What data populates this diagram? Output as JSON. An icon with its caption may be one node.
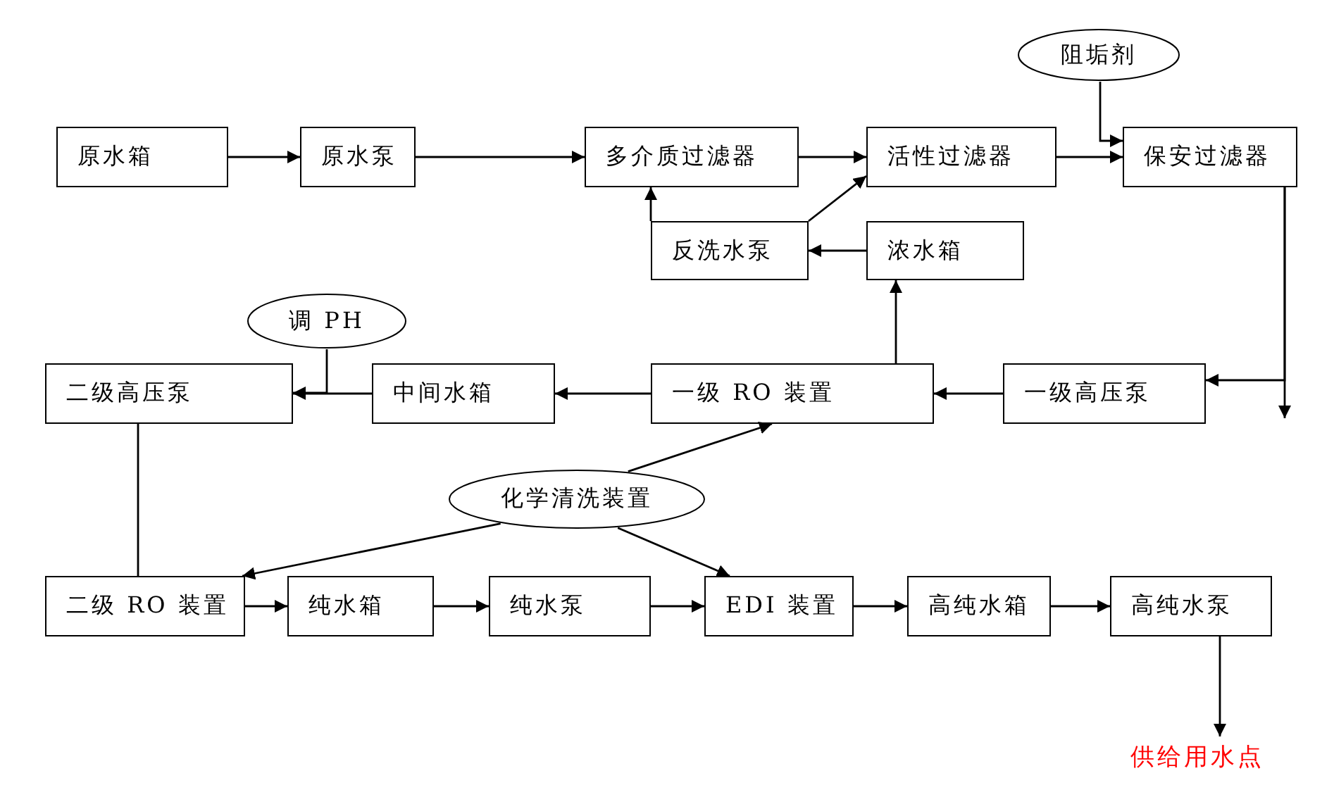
{
  "diagram": {
    "nodes": [
      {
        "text": [
          "原水箱"
        ]
      },
      {
        "text": [
          "原水泵"
        ]
      },
      {
        "text": [
          "多介质过滤器"
        ]
      },
      {
        "text": [
          "活性过滤器"
        ]
      },
      {
        "text": [
          "保安过滤器"
        ]
      },
      {
        "text": [
          "阻垢剂"
        ]
      },
      {
        "text": [
          "反洗水泵"
        ]
      },
      {
        "text": [
          "浓水箱"
        ]
      },
      {
        "text": [
          "调 PH"
        ]
      },
      {
        "text": [
          "二级高压泵"
        ]
      },
      {
        "text": [
          "中间水箱"
        ]
      },
      {
        "text": [
          "一级 RO 装置"
        ]
      },
      {
        "text": [
          "一级高压泵"
        ]
      },
      {
        "text": [
          "化学清洗装置"
        ]
      },
      {
        "text": [
          "二级 RO 装置"
        ]
      },
      {
        "text": [
          "纯水箱"
        ]
      },
      {
        "text": [
          "纯水泵"
        ]
      },
      {
        "text": [
          "EDI 装置"
        ]
      },
      {
        "text": [
          "高纯水箱"
        ]
      },
      {
        "text": [
          "高纯水泵"
        ]
      },
      {
        "text": [
          "供给用水点"
        ]
      }
    ],
    "edges": [
      {
        "from": 0,
        "to": 1,
        "arrow": "to"
      },
      {
        "from": 1,
        "to": 2,
        "arrow": "to"
      },
      {
        "from": 2,
        "to": 3,
        "arrow": "to"
      },
      {
        "from": 3,
        "to": 4,
        "arrow": "to"
      },
      {
        "from": 5,
        "to": 4,
        "arrow": "to"
      },
      {
        "from": 4,
        "to": 12,
        "arrow": "to"
      },
      {
        "from": 4,
        "to": null,
        "arrow": "to"
      },
      {
        "from": 12,
        "to": 11,
        "arrow": "to"
      },
      {
        "from": 11,
        "to": 10,
        "arrow": "to"
      },
      {
        "from": 10,
        "to": 9,
        "arrow": "to"
      },
      {
        "from": 8,
        "to": 9,
        "arrow": "to"
      },
      {
        "from": 11,
        "to": 7,
        "arrow": "to"
      },
      {
        "from": 7,
        "to": 6,
        "arrow": "to"
      },
      {
        "from": 6,
        "to": 2,
        "arrow": "to"
      },
      {
        "from": 6,
        "to": 3,
        "arrow": "to"
      },
      {
        "from": 9,
        "to": 14,
        "arrow": "none"
      },
      {
        "from": 13,
        "to": 11,
        "arrow": "to"
      },
      {
        "from": 13,
        "to": 14,
        "arrow": "to"
      },
      {
        "from": 13,
        "to": 17,
        "arrow": "to"
      },
      {
        "from": 14,
        "to": 15,
        "arrow": "to"
      },
      {
        "from": 15,
        "to": 16,
        "arrow": "to"
      },
      {
        "from": 16,
        "to": 17,
        "arrow": "to"
      },
      {
        "from": 17,
        "to": 18,
        "arrow": "to"
      },
      {
        "from": 18,
        "to": 19,
        "arrow": "to"
      },
      {
        "from": 19,
        "to": 20,
        "arrow": "to"
      }
    ]
  }
}
